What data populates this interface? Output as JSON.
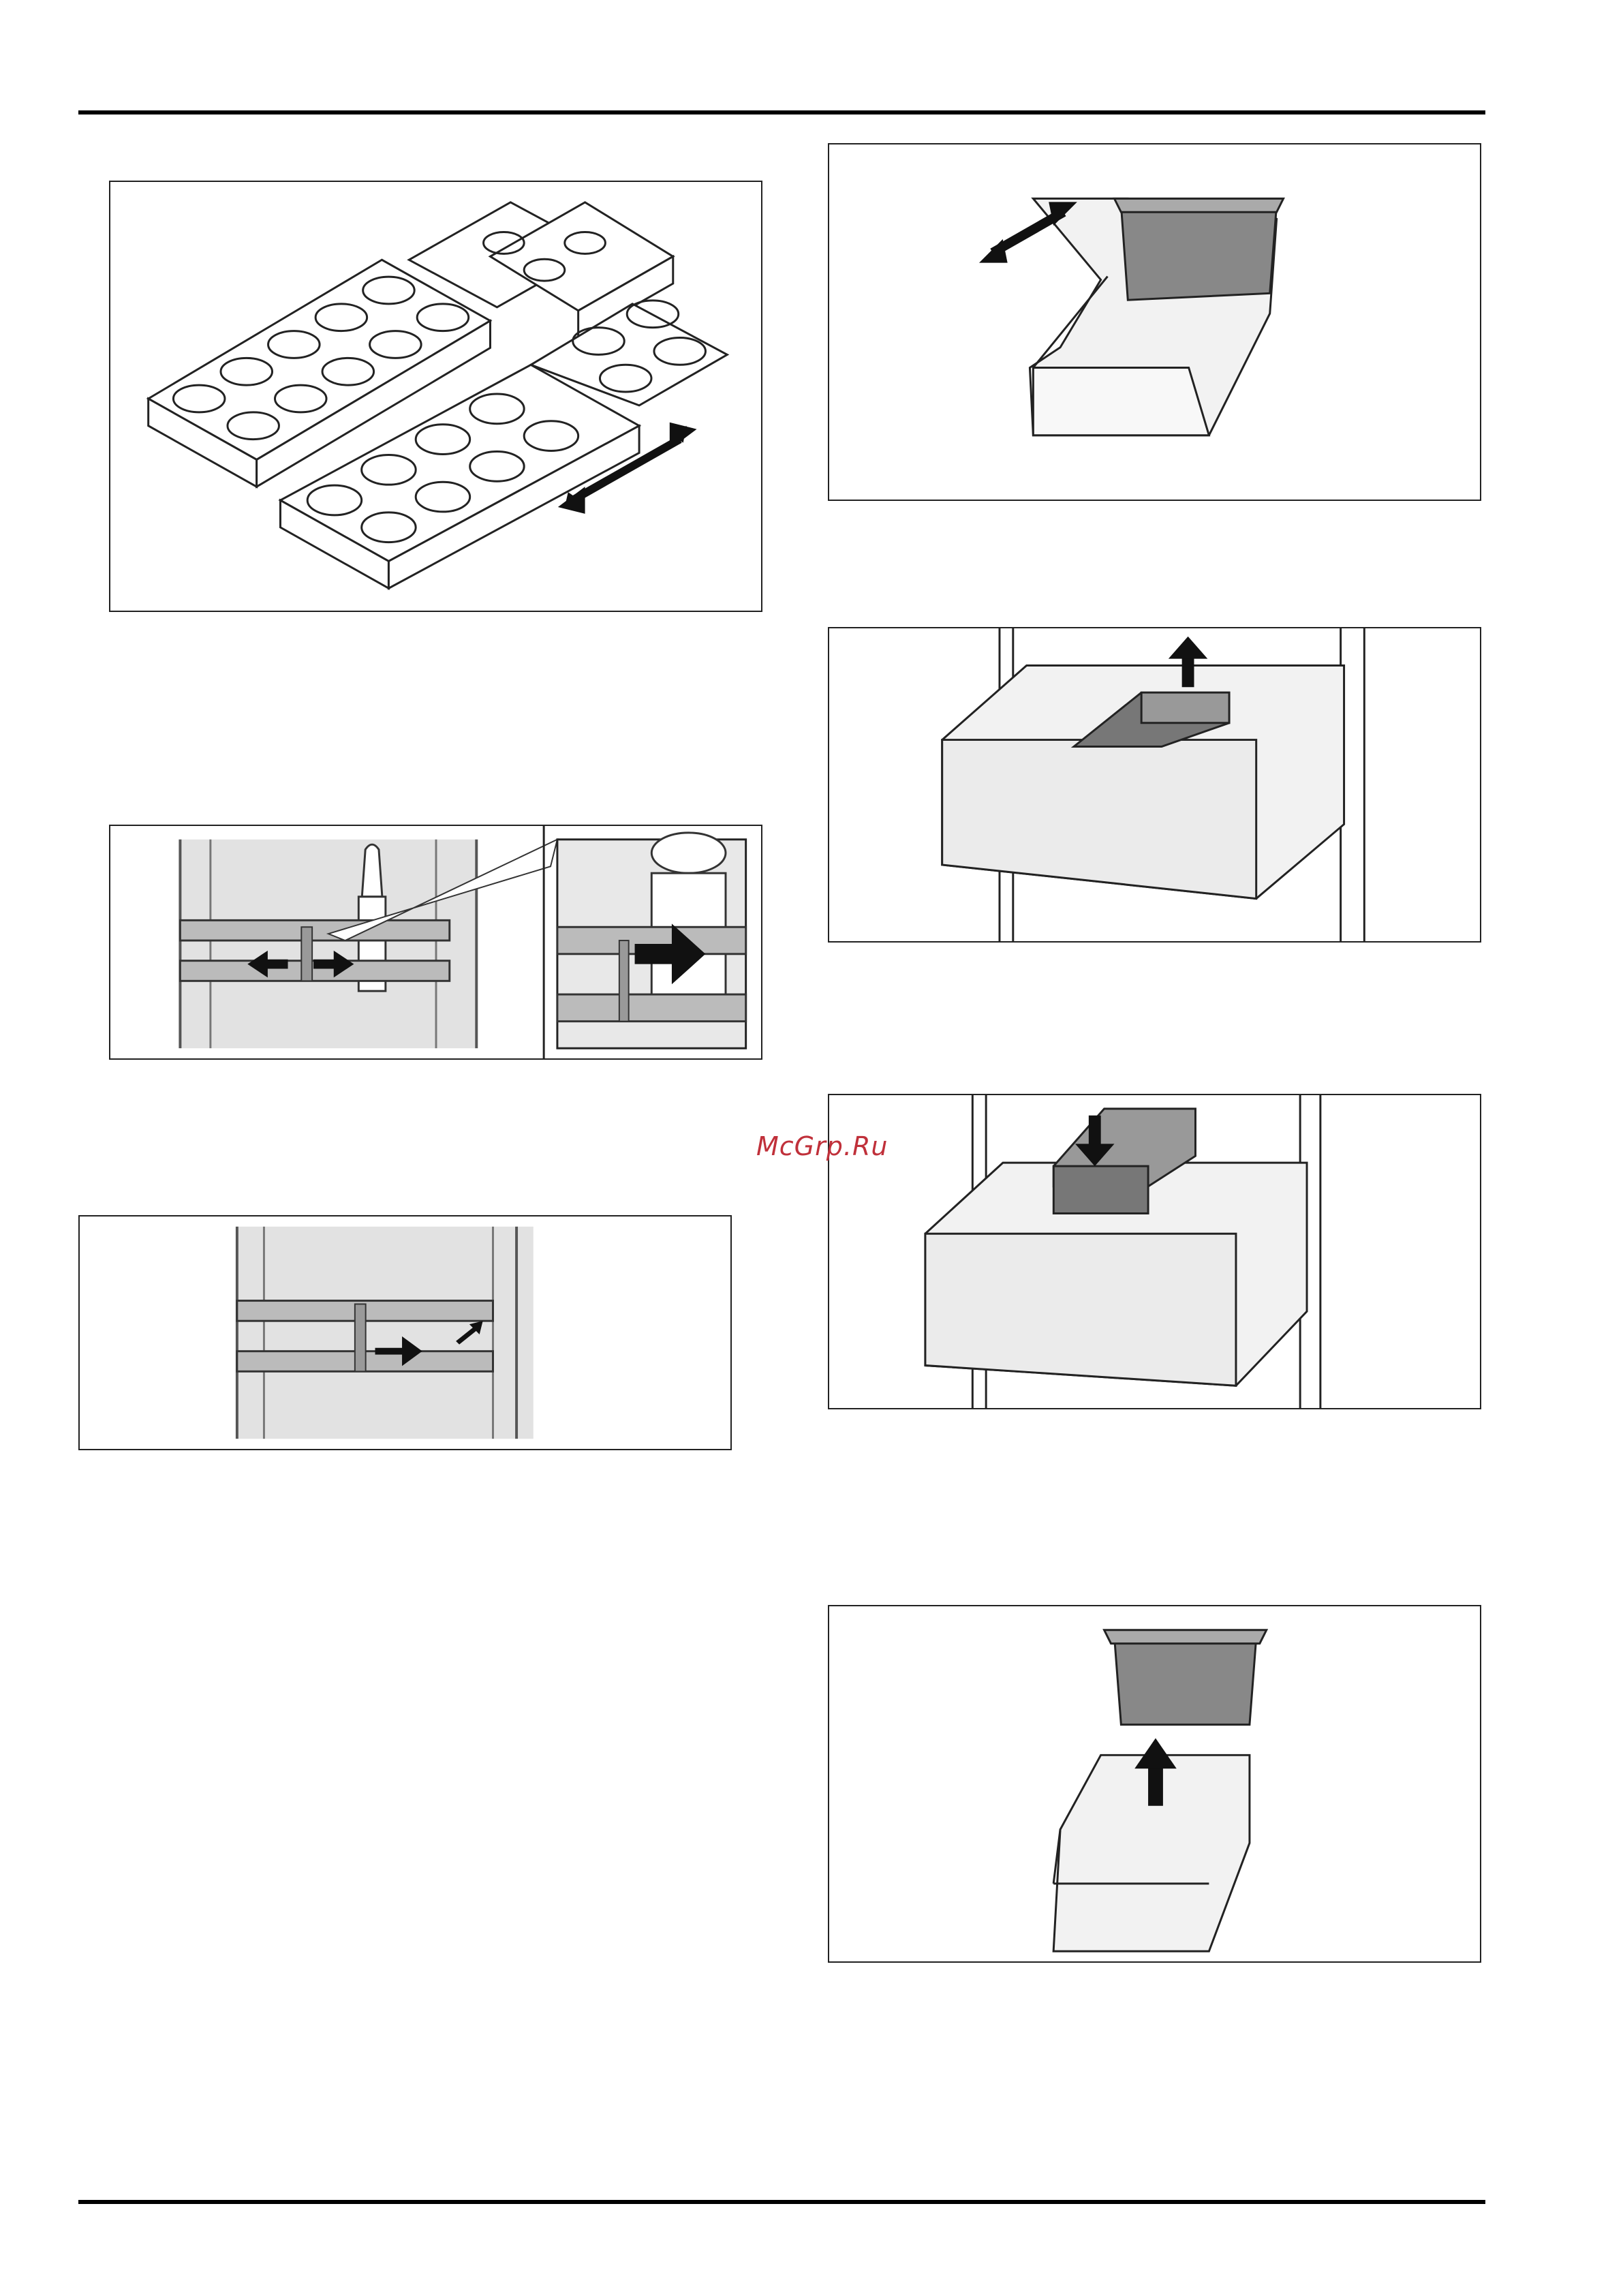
{
  "page": {
    "watermark": "McGrp.Ru"
  },
  "figures": [
    {
      "id": "egg-trays",
      "icon": "egg-tray-illustration"
    },
    {
      "id": "bottle-holder-detail",
      "icon": "door-bottle-holder-illustration"
    },
    {
      "id": "bottle-holder-slide",
      "icon": "door-shelf-illustration"
    },
    {
      "id": "bin-with-insert",
      "icon": "door-bin-illustration"
    },
    {
      "id": "drawer-insert-remove",
      "icon": "drawer-insert-illustration"
    },
    {
      "id": "drawer-insert-place",
      "icon": "drawer-insert-illustration"
    },
    {
      "id": "insert-lift-from-bin",
      "icon": "bin-insert-illustration"
    }
  ]
}
